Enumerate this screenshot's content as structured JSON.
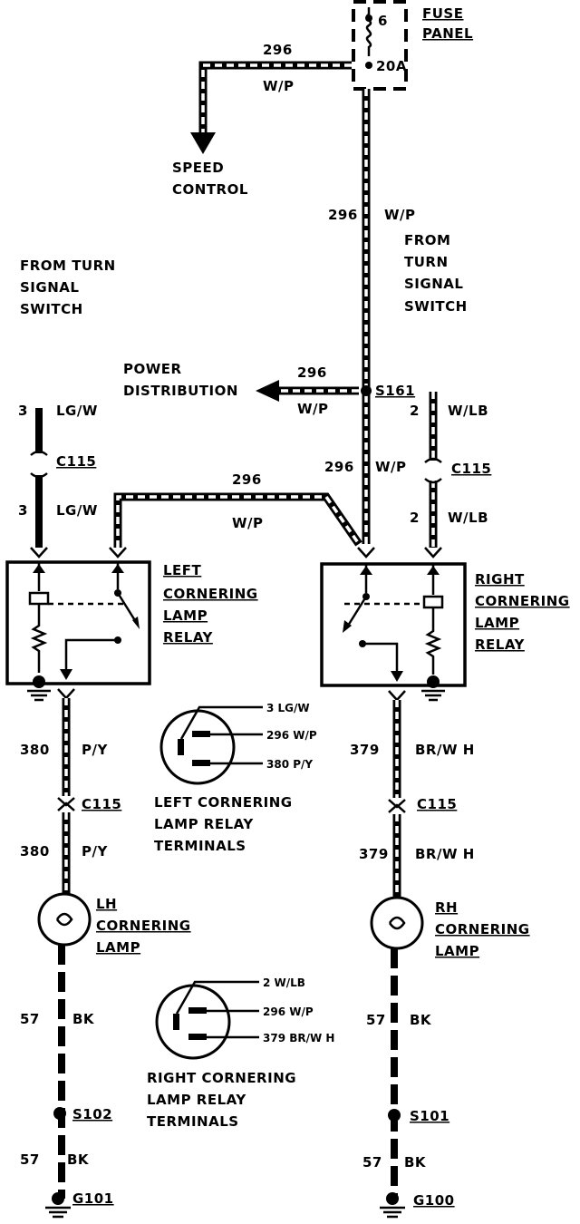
{
  "fuse": {
    "label_1": "FUSE",
    "label_2": "PANEL",
    "number": "6",
    "rating": "20A"
  },
  "speed_control": {
    "circuit": "296",
    "color": "W/P",
    "label_1": "SPEED",
    "label_2": "CONTROL"
  },
  "main_feed": {
    "circuit": "296",
    "color": "W/P"
  },
  "from_turn_left": {
    "line_1": "FROM TURN",
    "line_2": "SIGNAL",
    "line_3": "SWITCH"
  },
  "from_turn_right": {
    "line_1": "FROM",
    "line_2": "TURN",
    "line_3": "SIGNAL",
    "line_4": "SWITCH"
  },
  "power_dist": {
    "line_1": "POWER",
    "line_2": "DISTRIBUTION",
    "circuit": "296",
    "color": "W/P",
    "splice": "S161"
  },
  "left_input": {
    "circuit_top": "3",
    "color_top": "LG/W",
    "connector": "C115",
    "circuit_bottom": "3",
    "color_bottom": "LG/W"
  },
  "right_input": {
    "circuit_top": "2",
    "color_top": "W/LB",
    "connector": "C115",
    "circuit_bottom": "2",
    "color_bottom": "W/LB"
  },
  "cross_feed": {
    "circuit": "296",
    "color": "W/P"
  },
  "right_feed": {
    "circuit": "296",
    "color": "W/P"
  },
  "left_relay": {
    "line_1": "LEFT",
    "line_2": "CORNERING",
    "line_3": "LAMP",
    "line_4": "RELAY"
  },
  "right_relay": {
    "line_1": "RIGHT",
    "line_2": "CORNERING",
    "line_3": "LAMP",
    "line_4": "RELAY"
  },
  "left_terminals": {
    "pin_1": "3 LG/W",
    "pin_2": "296 W/P",
    "pin_3": "380 P/Y",
    "caption_1": "LEFT CORNERING",
    "caption_2": "LAMP RELAY",
    "caption_3": "TERMINALS"
  },
  "right_terminals": {
    "pin_1": "2 W/LB",
    "pin_2": "296 W/P",
    "pin_3": "379 BR/W H",
    "caption_1": "RIGHT CORNERING",
    "caption_2": "LAMP RELAY",
    "caption_3": "TERMINALS"
  },
  "left_output": {
    "circuit_top": "380",
    "color_top": "P/Y",
    "connector": "C115",
    "circuit_bottom": "380",
    "color_bottom": "P/Y",
    "lamp_1": "LH",
    "lamp_2": "CORNERING",
    "lamp_3": "LAMP",
    "ground_circuit_1": "57",
    "ground_color_1": "BK",
    "splice": "S102",
    "ground_circuit_2": "57",
    "ground_color_2": "BK",
    "ground": "G101"
  },
  "right_output": {
    "circuit_top": "379",
    "color_top": "BR/W H",
    "connector": "C115",
    "circuit_bottom": "379",
    "color_bottom": "BR/W H",
    "lamp_1": "RH",
    "lamp_2": "CORNERING",
    "lamp_3": "LAMP",
    "ground_circuit_1": "57",
    "ground_color_1": "BK",
    "splice": "S101",
    "ground_circuit_2": "57",
    "ground_color_2": "BK",
    "ground": "G100"
  }
}
